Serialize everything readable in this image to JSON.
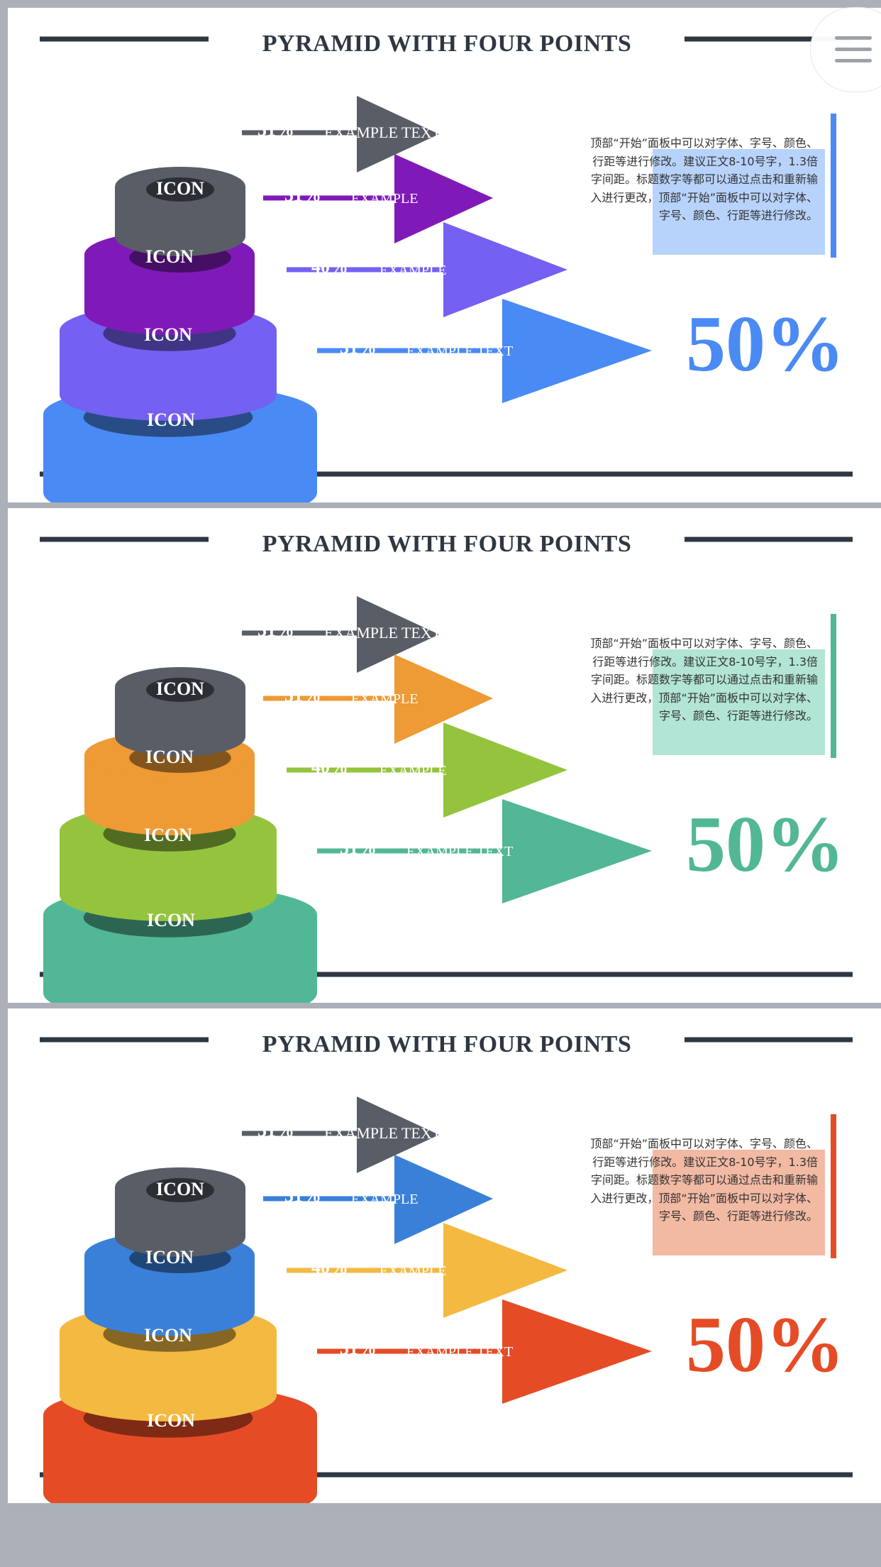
{
  "slides": [
    {
      "title": "PYRAMID WITH FOUR POINTS",
      "description": "顶部“开始”面板中可以对字体、字号、颜色、行距等进行修改。建议正文8-10号字，1.3倍字间距。标题数字等都可以通过点击和重新输入进行更改，顶部“开始”面板中可以对字体、字号、颜色、行距等进行修改。",
      "highlight_value": "50%",
      "colors": {
        "accent": "#4a8af4",
        "highlight": "#b8d3fb",
        "top": "#585d66",
        "layer2": "#7f1ab8",
        "layer3": "#7460f2",
        "layer4": "#4a8af4"
      },
      "layers": [
        {
          "icon_label": "ICON",
          "percent": "31%",
          "text": "EXAMPLE TEXT"
        },
        {
          "icon_label": "ICON",
          "percent": "31%",
          "text": "EXAMPLE"
        },
        {
          "icon_label": "ICON",
          "percent": "40%",
          "text": "EXAMPLE"
        },
        {
          "icon_label": "ICON",
          "percent": "31%",
          "text": "EXAMPLE TEXT"
        }
      ]
    },
    {
      "title": "PYRAMID WITH FOUR POINTS",
      "description": "顶部“开始”面板中可以对字体、字号、颜色、行距等进行修改。建议正文8-10号字，1.3倍字间距。标题数字等都可以通过点击和重新输入进行更改，顶部“开始”面板中可以对字体、字号、颜色、行距等进行修改。",
      "highlight_value": "50%",
      "colors": {
        "accent": "#52b796",
        "highlight": "#b2e5d5",
        "top": "#585d66",
        "layer2": "#ee9a35",
        "layer3": "#94c43e",
        "layer4": "#52b796"
      },
      "layers": [
        {
          "icon_label": "ICON",
          "percent": "31%",
          "text": "EXAMPLE TEXT"
        },
        {
          "icon_label": "ICON",
          "percent": "31%",
          "text": "EXAMPLE"
        },
        {
          "icon_label": "ICON",
          "percent": "40%",
          "text": "EXAMPLE"
        },
        {
          "icon_label": "ICON",
          "percent": "31%",
          "text": "EXAMPLE TEXT"
        }
      ]
    },
    {
      "title": "PYRAMID WITH FOUR POINTS",
      "description": "顶部“开始”面板中可以对字体、字号、颜色、行距等进行修改。建议正文8-10号字，1.3倍字间距。标题数字等都可以通过点击和重新输入进行更改，顶部“开始”面板中可以对字体、字号、颜色、行距等进行修改。",
      "highlight_value": "50%",
      "colors": {
        "accent": "#e54c26",
        "highlight": "#f2b9a3",
        "top": "#585d66",
        "layer2": "#3a80d9",
        "layer3": "#f3b941",
        "layer4": "#e54c26"
      },
      "layers": [
        {
          "icon_label": "ICON",
          "percent": "31%",
          "text": "EXAMPLE TEXT"
        },
        {
          "icon_label": "ICON",
          "percent": "31%",
          "text": "EXAMPLE"
        },
        {
          "icon_label": "ICON",
          "percent": "40%",
          "text": "EXAMPLE"
        },
        {
          "icon_label": "ICON",
          "percent": "31%",
          "text": "EXAMPLE TEXT"
        }
      ]
    }
  ],
  "menu": {
    "icon": "hamburger-menu-icon"
  }
}
